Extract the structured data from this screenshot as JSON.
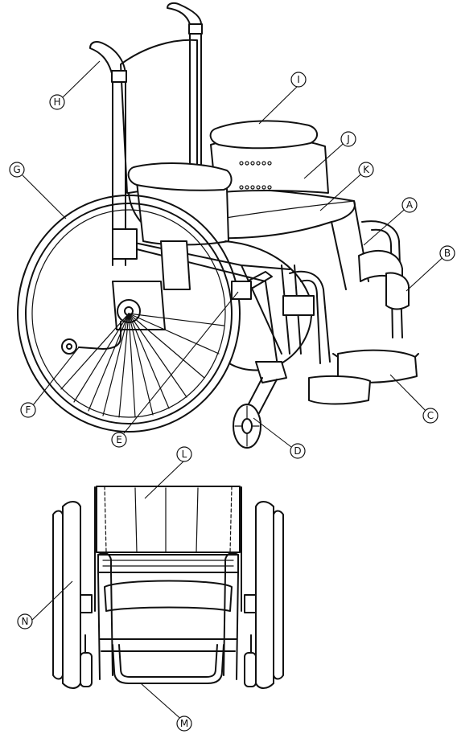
{
  "callouts": [
    {
      "id": "A",
      "label": "A"
    },
    {
      "id": "B",
      "label": "B"
    },
    {
      "id": "C",
      "label": "C"
    },
    {
      "id": "D",
      "label": "D"
    },
    {
      "id": "E",
      "label": "E"
    },
    {
      "id": "F",
      "label": "F"
    },
    {
      "id": "G",
      "label": "G"
    },
    {
      "id": "H",
      "label": "H"
    },
    {
      "id": "I",
      "label": "I"
    },
    {
      "id": "J",
      "label": "J"
    },
    {
      "id": "K",
      "label": "K"
    },
    {
      "id": "L",
      "label": "L"
    },
    {
      "id": "M",
      "label": "M"
    },
    {
      "id": "N",
      "label": "N"
    }
  ]
}
